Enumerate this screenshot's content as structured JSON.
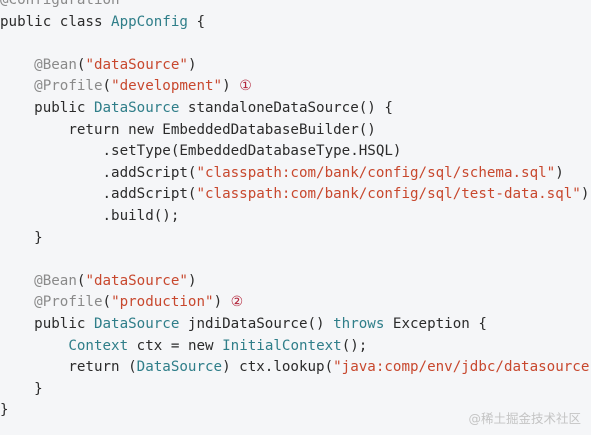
{
  "code_lines": [
    [
      {
        "t": "@Configuration",
        "c": "ann"
      }
    ],
    [
      {
        "t": "public class ",
        "c": "kw"
      },
      {
        "t": "AppConfig",
        "c": "type"
      },
      {
        "t": " {",
        "c": "plain"
      }
    ],
    [],
    [
      {
        "t": "    ",
        "c": "plain"
      },
      {
        "t": "@Bean",
        "c": "ann"
      },
      {
        "t": "(",
        "c": "plain"
      },
      {
        "t": "\"dataSource\"",
        "c": "str"
      },
      {
        "t": ")",
        "c": "plain"
      }
    ],
    [
      {
        "t": "    ",
        "c": "plain"
      },
      {
        "t": "@Profile",
        "c": "ann"
      },
      {
        "t": "(",
        "c": "plain"
      },
      {
        "t": "\"development\"",
        "c": "str"
      },
      {
        "t": ") ",
        "c": "plain"
      },
      {
        "t": "①",
        "c": "callout"
      }
    ],
    [
      {
        "t": "    public ",
        "c": "kw"
      },
      {
        "t": "DataSource",
        "c": "type"
      },
      {
        "t": " standaloneDataSource() {",
        "c": "plain"
      }
    ],
    [
      {
        "t": "        return new ",
        "c": "kw"
      },
      {
        "t": "EmbeddedDatabaseBuilder()",
        "c": "plain"
      }
    ],
    [
      {
        "t": "            .setType(EmbeddedDatabaseType.HSQL)",
        "c": "plain"
      }
    ],
    [
      {
        "t": "            .addScript(",
        "c": "plain"
      },
      {
        "t": "\"classpath:com/bank/config/sql/schema.sql\"",
        "c": "str"
      },
      {
        "t": ")",
        "c": "plain"
      }
    ],
    [
      {
        "t": "            .addScript(",
        "c": "plain"
      },
      {
        "t": "\"classpath:com/bank/config/sql/test-data.sql\"",
        "c": "str"
      },
      {
        "t": ")",
        "c": "plain"
      }
    ],
    [
      {
        "t": "            .build();",
        "c": "plain"
      }
    ],
    [
      {
        "t": "    }",
        "c": "plain"
      }
    ],
    [],
    [
      {
        "t": "    ",
        "c": "plain"
      },
      {
        "t": "@Bean",
        "c": "ann"
      },
      {
        "t": "(",
        "c": "plain"
      },
      {
        "t": "\"dataSource\"",
        "c": "str"
      },
      {
        "t": ")",
        "c": "plain"
      }
    ],
    [
      {
        "t": "    ",
        "c": "plain"
      },
      {
        "t": "@Profile",
        "c": "ann"
      },
      {
        "t": "(",
        "c": "plain"
      },
      {
        "t": "\"production\"",
        "c": "str"
      },
      {
        "t": ") ",
        "c": "plain"
      },
      {
        "t": "②",
        "c": "callout"
      }
    ],
    [
      {
        "t": "    public ",
        "c": "kw"
      },
      {
        "t": "DataSource",
        "c": "type"
      },
      {
        "t": " jndiDataSource() ",
        "c": "plain"
      },
      {
        "t": "throws",
        "c": "type"
      },
      {
        "t": " Exception {",
        "c": "plain"
      }
    ],
    [
      {
        "t": "        ",
        "c": "plain"
      },
      {
        "t": "Context",
        "c": "type"
      },
      {
        "t": " ctx = ",
        "c": "plain"
      },
      {
        "t": "new ",
        "c": "kw"
      },
      {
        "t": "InitialContext",
        "c": "type"
      },
      {
        "t": "();",
        "c": "plain"
      }
    ],
    [
      {
        "t": "        return ",
        "c": "kw"
      },
      {
        "t": "(",
        "c": "plain"
      },
      {
        "t": "DataSource",
        "c": "type"
      },
      {
        "t": ") ctx.lookup(",
        "c": "plain"
      },
      {
        "t": "\"java:comp/env/jdbc/datasource\"",
        "c": "str"
      },
      {
        "t": ");",
        "c": "plain"
      }
    ],
    [
      {
        "t": "    }",
        "c": "plain"
      }
    ],
    [
      {
        "t": "}",
        "c": "plain"
      }
    ]
  ],
  "watermark": "@稀土掘金技术社区"
}
